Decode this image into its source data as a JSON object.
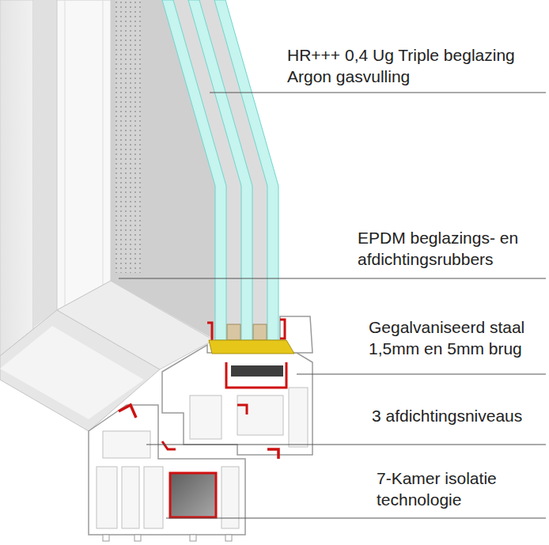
{
  "diagram": {
    "labels": [
      "HR+++ 0,4 Ug Triple beglazing Argon gasvulling",
      "EPDM beglazings- en afdichtingsrubbers",
      "Gegalvaniseerd staal 1,5mm en 5mm brug",
      "3 afdichtingsniveaus",
      "7-Kamer isolatie technologie"
    ]
  }
}
